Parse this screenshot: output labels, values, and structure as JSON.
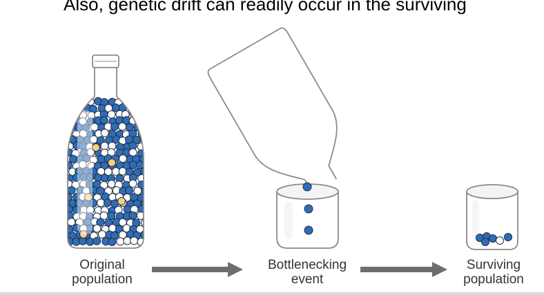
{
  "headline": "Also, genetic drift can readily occur in the surviving",
  "stages": [
    {
      "line1": "Original",
      "line2": "population"
    },
    {
      "line1": "Bottlenecking",
      "line2": "event"
    },
    {
      "line1": "Surviving",
      "line2": "population"
    }
  ],
  "colors": {
    "allele_blue": "#2f6db5",
    "allele_white": "#ffffff",
    "allele_yellow": "#f6cf7d",
    "arrow": "#6d6f6c",
    "glass_outline": "#8a8a8a"
  }
}
